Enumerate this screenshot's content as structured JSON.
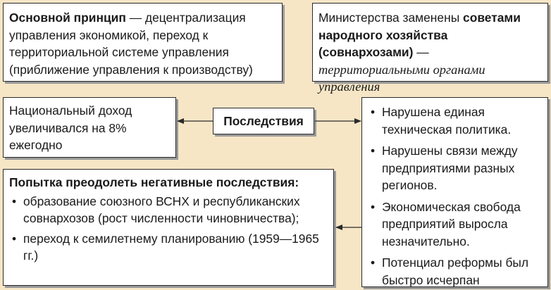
{
  "principle": {
    "title": "Основной принцип",
    "text": " — децентрализация управления экономикой, переход к территориальной системе управления (приближение управления к производству)"
  },
  "ministries": {
    "text1": "Министерства заменены ",
    "bold": "советами народного хозяйства (совнархозами)",
    "dash": " — ",
    "italic": "территориальными органами управления"
  },
  "income": {
    "text": "Национальный доход увеличивался на 8% ежегодно"
  },
  "consequences": {
    "label": "Последствия"
  },
  "violations": {
    "items": [
      "Нарушена единая техническая политика.",
      "Нарушены связи между предприятиями разных регионов.",
      "Экономическая свобода предприятий выросла незначительно.",
      "Потенциал реформы был быстро исчерпан"
    ]
  },
  "attempt": {
    "heading": "Попытка преодолеть негативные последствия:",
    "items": [
      "образование союзного ВСНХ и республиканских совнархозов (рост численности чиновничества);",
      "переход к семилетнему планированию (1959—1965 гг.)"
    ]
  },
  "colors": {
    "background": "#f6e6c6",
    "box": "#ffffff",
    "border": "#2a2a2a",
    "shadow": "#9a9a9a"
  }
}
